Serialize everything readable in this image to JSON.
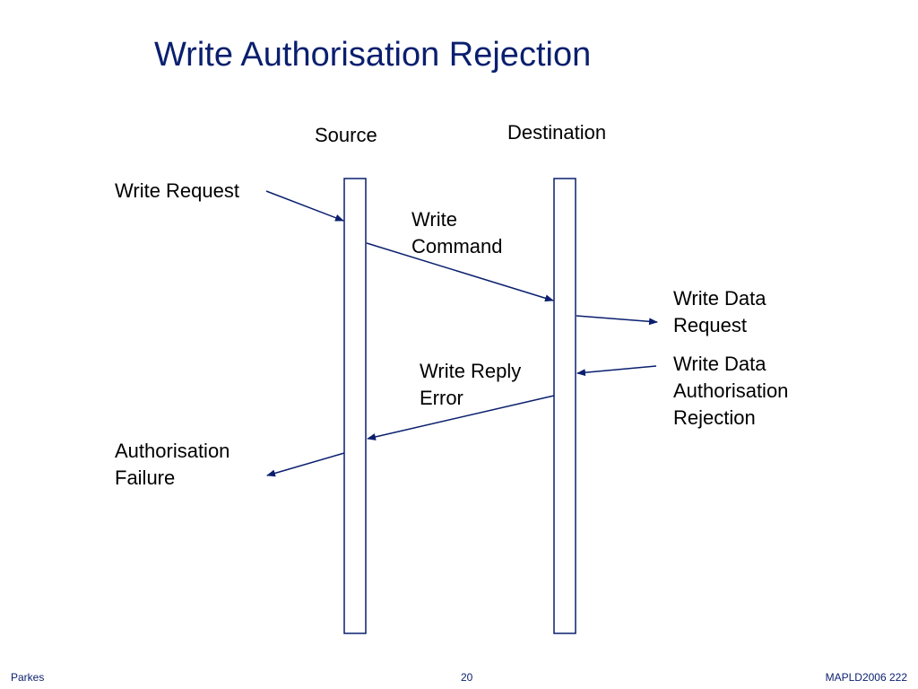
{
  "title": "Write Authorisation Rejection",
  "lifelines": {
    "source": "Source",
    "destination": "Destination"
  },
  "labels": {
    "write_request": "Write Request",
    "write_command": [
      "Write",
      "Command"
    ],
    "write_data_request": [
      "Write Data",
      "Request"
    ],
    "write_data_auth_rejection": [
      "Write Data",
      "Authorisation",
      "Rejection"
    ],
    "write_reply_error": [
      "Write Reply",
      "Error"
    ],
    "authorisation_failure": [
      "Authorisation",
      "Failure"
    ]
  },
  "footer": {
    "left": "Parkes",
    "center": "20",
    "right": "MAPLD2006 222"
  },
  "colors": {
    "title": "#0a1f6e",
    "lines": "#0a1f6e",
    "text": "#000000"
  }
}
